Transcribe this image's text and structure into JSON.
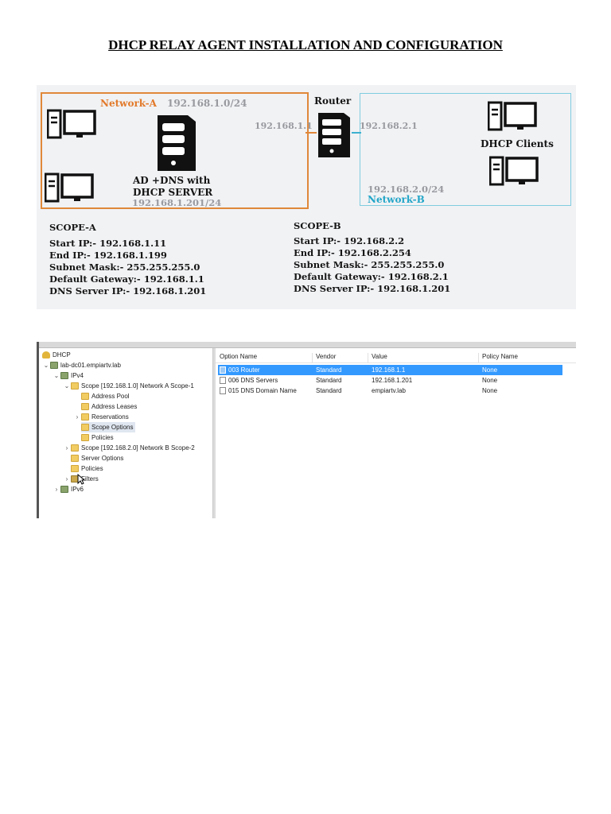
{
  "doc": {
    "title": "DHCP RELAY AGENT INSTALLATION AND CONFIGURATION"
  },
  "diagram": {
    "network_a_label": "Network-A",
    "network_a_subnet": "192.168.1.0/24",
    "router_label": "Router",
    "router_ip_a": "192.168.1.1",
    "router_ip_b": "192.168.2.1",
    "dhcp_clients_label": "DHCP Clients",
    "server_label_line1": "AD +DNS with",
    "server_label_line2": "DHCP SERVER",
    "server_ip": "192.168.1.201/24",
    "network_b_subnet": "192.168.2.0/24",
    "network_b_label": "Network-B",
    "scope_a": {
      "title": "SCOPE-A",
      "start": "Start IP:- 192.168.1.11",
      "end": "End IP:- 192.168.1.199",
      "mask": "Subnet Mask:- 255.255.255.0",
      "gateway": "Default Gateway:- 192.168.1.1",
      "dns": "DNS Server IP:- 192.168.1.201"
    },
    "scope_b": {
      "title": "SCOPE-B",
      "start": "Start IP:- 192.168.2.2",
      "end": "End IP:- 192.168.2.254",
      "mask": "Subnet Mask:- 255.255.255.0",
      "gateway": "Default Gateway:- 192.168.2.1",
      "dns": "DNS Server IP:- 192.168.1.201"
    },
    "colors": {
      "network_a": "#e0883a",
      "network_b": "#7fcde0"
    }
  },
  "console": {
    "tree": [
      {
        "label": "DHCP",
        "icon": "dhcp-icon"
      },
      {
        "label": "lab-dc01.empiartv.lab",
        "icon": "server-icon"
      },
      {
        "label": "IPv4",
        "icon": "ipv4-icon"
      },
      {
        "label": "Scope [192.168.1.0] Network A Scope-1",
        "icon": "folder-icon"
      },
      {
        "label": "Address Pool",
        "icon": "folder-icon"
      },
      {
        "label": "Address Leases",
        "icon": "folder-icon"
      },
      {
        "label": "Reservations",
        "icon": "folder-icon"
      },
      {
        "label": "Scope Options",
        "icon": "folder-icon"
      },
      {
        "label": "Policies",
        "icon": "folder-icon"
      },
      {
        "label": "Scope [192.168.2.0] Network B Scope-2",
        "icon": "folder-icon"
      },
      {
        "label": "Server Options",
        "icon": "folder-icon"
      },
      {
        "label": "Policies",
        "icon": "folder-icon"
      },
      {
        "label": "Filters",
        "icon": "filter-icon"
      },
      {
        "label": "IPv6",
        "icon": "ipv6-icon"
      }
    ],
    "columns": [
      "Option Name",
      "Vendor",
      "Value",
      "Policy Name"
    ],
    "rows": [
      [
        "003 Router",
        "Standard",
        "192.168.1.1",
        "None"
      ],
      [
        "006 DNS Servers",
        "Standard",
        "192.168.1.201",
        "None"
      ],
      [
        "015 DNS Domain Name",
        "Standard",
        "empiartv.lab",
        "None"
      ]
    ]
  }
}
